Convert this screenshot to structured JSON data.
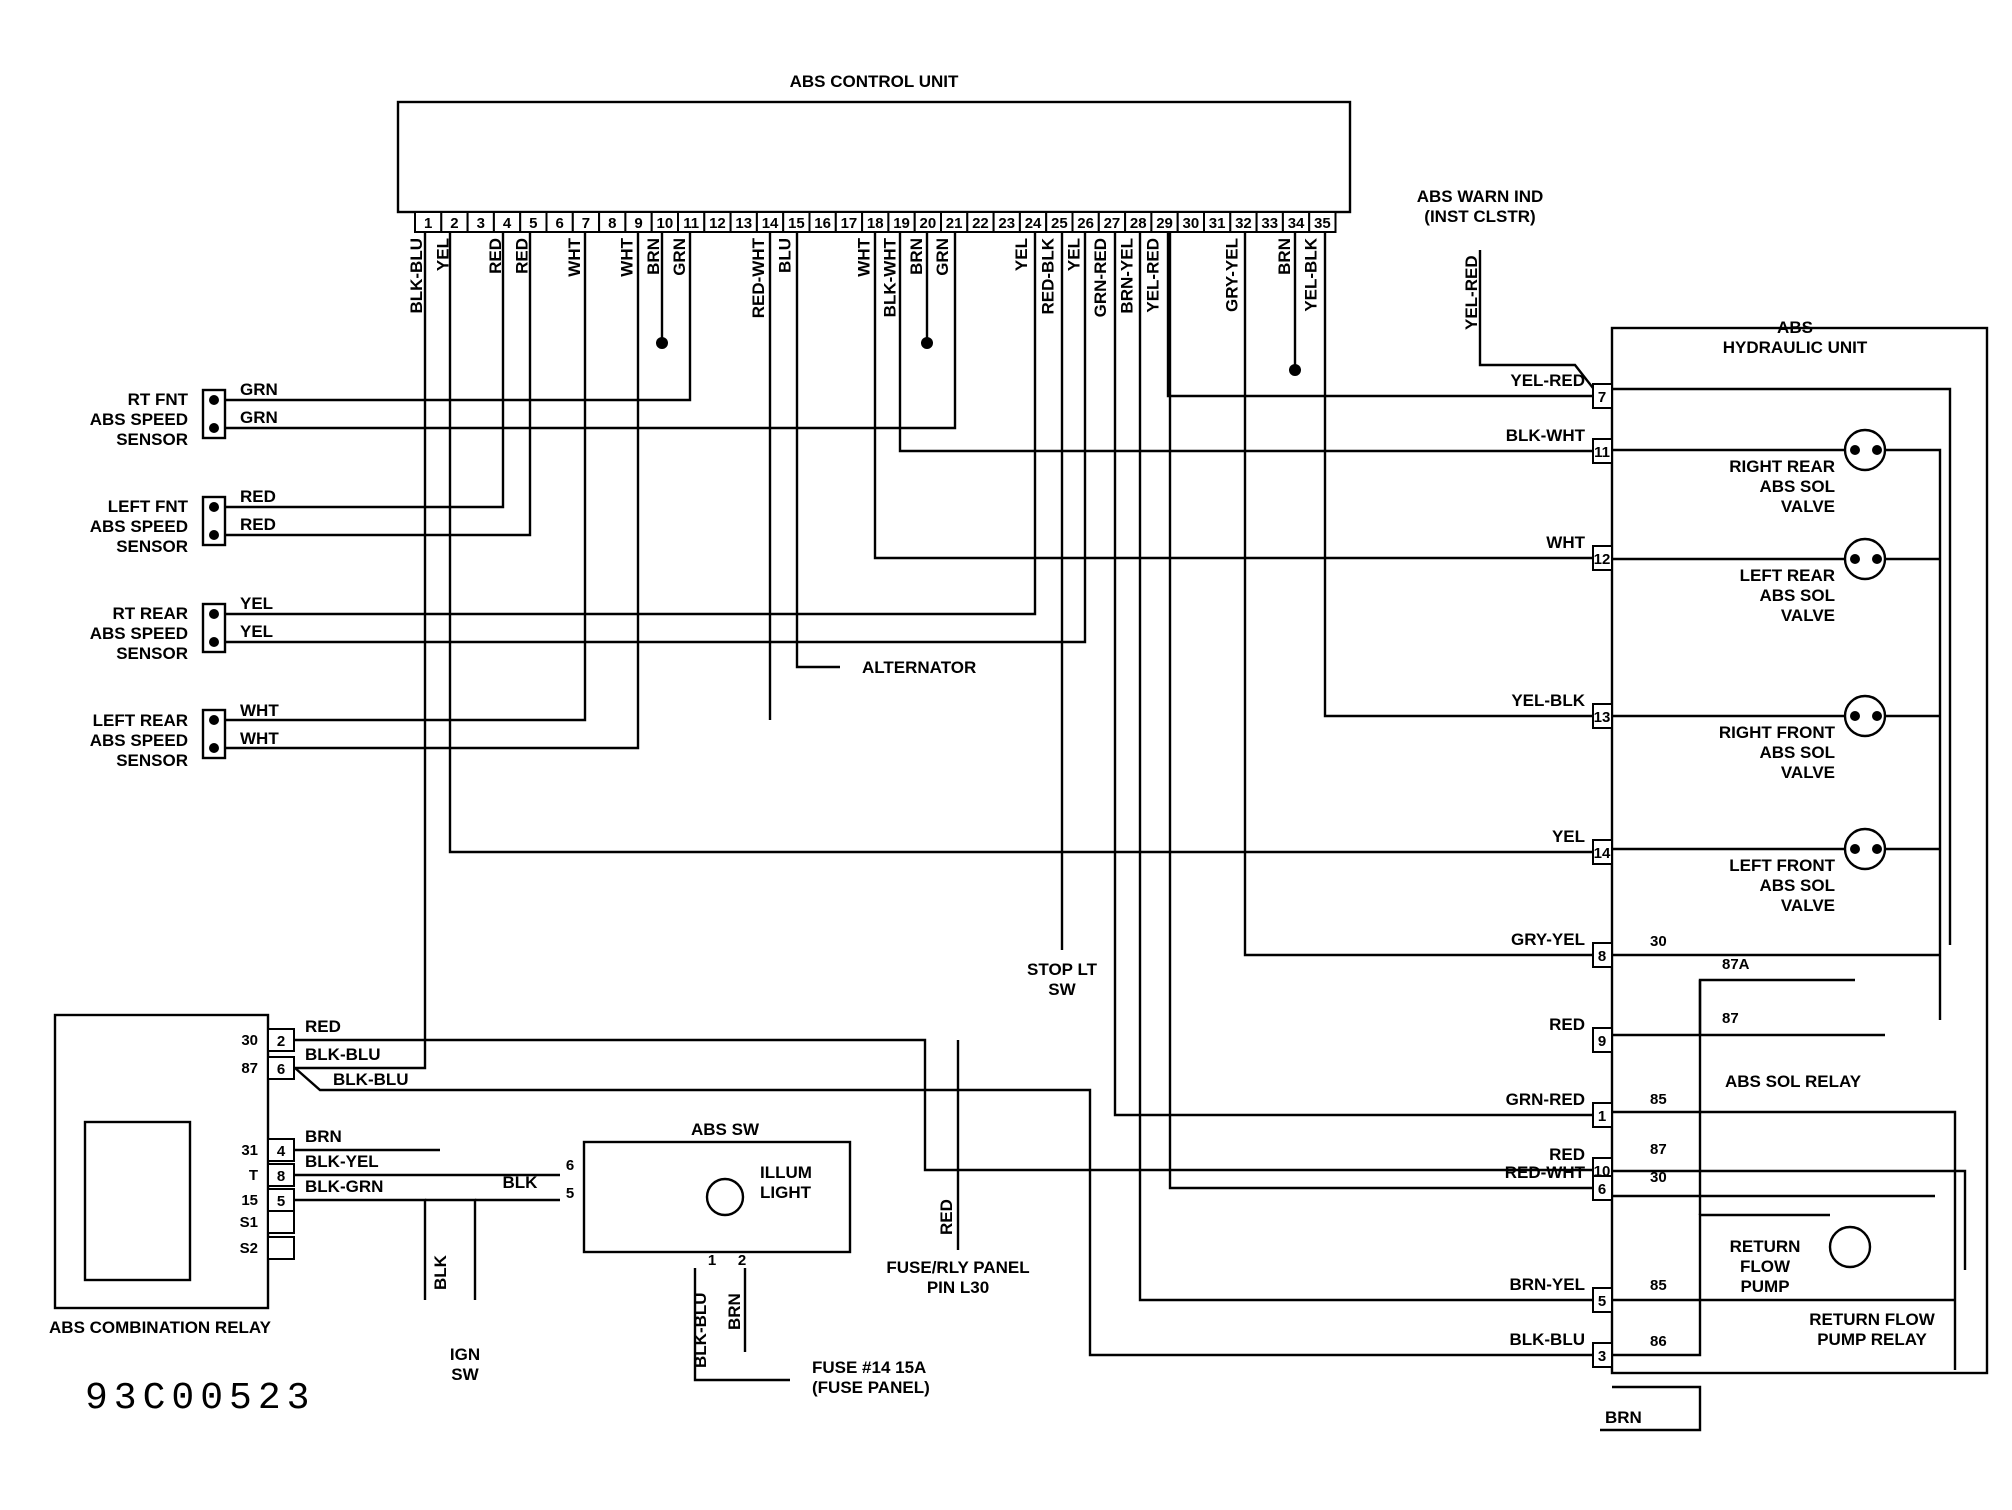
{
  "diagram_id": "93C00523",
  "ecu": {
    "title": "ABS CONTROL UNIT",
    "pins": [
      "1",
      "2",
      "3",
      "4",
      "5",
      "6",
      "7",
      "8",
      "9",
      "10",
      "11",
      "12",
      "13",
      "14",
      "15",
      "16",
      "17",
      "18",
      "19",
      "20",
      "21",
      "22",
      "23",
      "24",
      "25",
      "26",
      "27",
      "28",
      "29",
      "30",
      "31",
      "32",
      "33",
      "34",
      "35"
    ],
    "wire_colors": [
      {
        "pin": "1",
        "color": "BLK-BLU"
      },
      {
        "pin": "2",
        "color": "YEL"
      },
      {
        "pin": "4",
        "color": "RED"
      },
      {
        "pin": "5",
        "color": "RED"
      },
      {
        "pin": "7",
        "color": "WHT"
      },
      {
        "pin": "9",
        "color": "WHT"
      },
      {
        "pin": "10",
        "color": "BRN"
      },
      {
        "pin": "11",
        "color": "GRN"
      },
      {
        "pin": "14",
        "color": "RED-WHT"
      },
      {
        "pin": "15",
        "color": "BLU"
      },
      {
        "pin": "18",
        "color": "WHT"
      },
      {
        "pin": "19",
        "color": "BLK-WHT"
      },
      {
        "pin": "20",
        "color": "BRN"
      },
      {
        "pin": "21",
        "color": "GRN"
      },
      {
        "pin": "24",
        "color": "YEL"
      },
      {
        "pin": "25",
        "color": "RED-BLK"
      },
      {
        "pin": "26",
        "color": "YEL"
      },
      {
        "pin": "27",
        "color": "GRN-RED"
      },
      {
        "pin": "28",
        "color": "BRN-YEL"
      },
      {
        "pin": "29",
        "color": "YEL-RED"
      },
      {
        "pin": "32",
        "color": "GRY-YEL"
      },
      {
        "pin": "34",
        "color": "BRN"
      },
      {
        "pin": "35",
        "color": "YEL-BLK"
      }
    ]
  },
  "sensors": [
    {
      "name": [
        "RT FNT",
        "ABS SPEED",
        "SENSOR"
      ],
      "wires": [
        "GRN",
        "GRN"
      ]
    },
    {
      "name": [
        "LEFT FNT",
        "ABS SPEED",
        "SENSOR"
      ],
      "wires": [
        "RED",
        "RED"
      ]
    },
    {
      "name": [
        "RT REAR",
        "ABS SPEED",
        "SENSOR"
      ],
      "wires": [
        "YEL",
        "YEL"
      ]
    },
    {
      "name": [
        "LEFT REAR",
        "ABS SPEED",
        "SENSOR"
      ],
      "wires": [
        "WHT",
        "WHT"
      ]
    }
  ],
  "warn_ind": {
    "title": [
      "ABS WARN IND",
      "(INST CLSTR)"
    ],
    "wire": "YEL-RED"
  },
  "alternator": "ALTERNATOR",
  "stop_lt_sw": [
    "STOP LT",
    "SW"
  ],
  "hydraulic_unit": {
    "title": [
      "ABS",
      "HYDRAULIC UNIT"
    ],
    "pins": [
      {
        "pin": "7",
        "wire": "YEL-RED"
      },
      {
        "pin": "11",
        "wire": "BLK-WHT"
      },
      {
        "pin": "12",
        "wire": "WHT"
      },
      {
        "pin": "13",
        "wire": "YEL-BLK"
      },
      {
        "pin": "14",
        "wire": "YEL"
      },
      {
        "pin": "8",
        "wire": "GRY-YEL"
      },
      {
        "pin": "9",
        "wire": "RED"
      },
      {
        "pin": "1",
        "wire": "GRN-RED"
      },
      {
        "pin": "10",
        "wire": "RED"
      },
      {
        "pin": "6",
        "wire": "RED-WHT"
      },
      {
        "pin": "5",
        "wire": "BRN-YEL"
      },
      {
        "pin": "3",
        "wire": "BLK-BLU"
      }
    ],
    "valves": [
      [
        "RIGHT REAR",
        "ABS SOL",
        "VALVE"
      ],
      [
        "LEFT REAR",
        "ABS SOL",
        "VALVE"
      ],
      [
        "RIGHT FRONT",
        "ABS SOL",
        "VALVE"
      ],
      [
        "LEFT FRONT",
        "ABS SOL",
        "VALVE"
      ]
    ],
    "sol_relay": "ABS SOL RELAY",
    "pump": [
      "RETURN",
      "FLOW",
      "PUMP"
    ],
    "pump_relay": [
      "RETURN FLOW",
      "PUMP RELAY"
    ],
    "terminals": [
      "30",
      "87A",
      "87",
      "85",
      "87",
      "30",
      "85",
      "86"
    ],
    "ground_wire": "BRN"
  },
  "combination_relay": {
    "title": "ABS COMBINATION RELAY",
    "terminals": [
      {
        "term": "30",
        "pin": "2",
        "wire": "RED"
      },
      {
        "term": "87",
        "pin": "6",
        "wire": "BLK-BLU"
      },
      {
        "term": "31",
        "pin": "4",
        "wire": "BRN"
      },
      {
        "term": "T",
        "pin": "8",
        "wire": "BLK-YEL"
      },
      {
        "term": "15",
        "pin": "5",
        "wire": "BLK-GRN"
      },
      {
        "term": "S1",
        "pin": "",
        "wire": ""
      },
      {
        "term": "S2",
        "pin": "",
        "wire": ""
      }
    ],
    "extra_wire": "BLK-BLU"
  },
  "abs_sw": {
    "title": "ABS SW",
    "pins": [
      "6",
      "5"
    ],
    "wire": "BLK",
    "illum": [
      "ILLUM",
      "LIGHT"
    ],
    "conn_pins": [
      "1",
      "2"
    ],
    "conn_wires": [
      "BLK-BLU",
      "BRN"
    ]
  },
  "ign_sw": {
    "wire": "BLK",
    "label": [
      "IGN",
      "SW"
    ]
  },
  "fuse_rly": {
    "wire": "RED",
    "label": [
      "FUSE/RLY PANEL",
      "PIN L30"
    ]
  },
  "fuse14": [
    "FUSE #14 15A",
    "(FUSE PANEL)"
  ]
}
